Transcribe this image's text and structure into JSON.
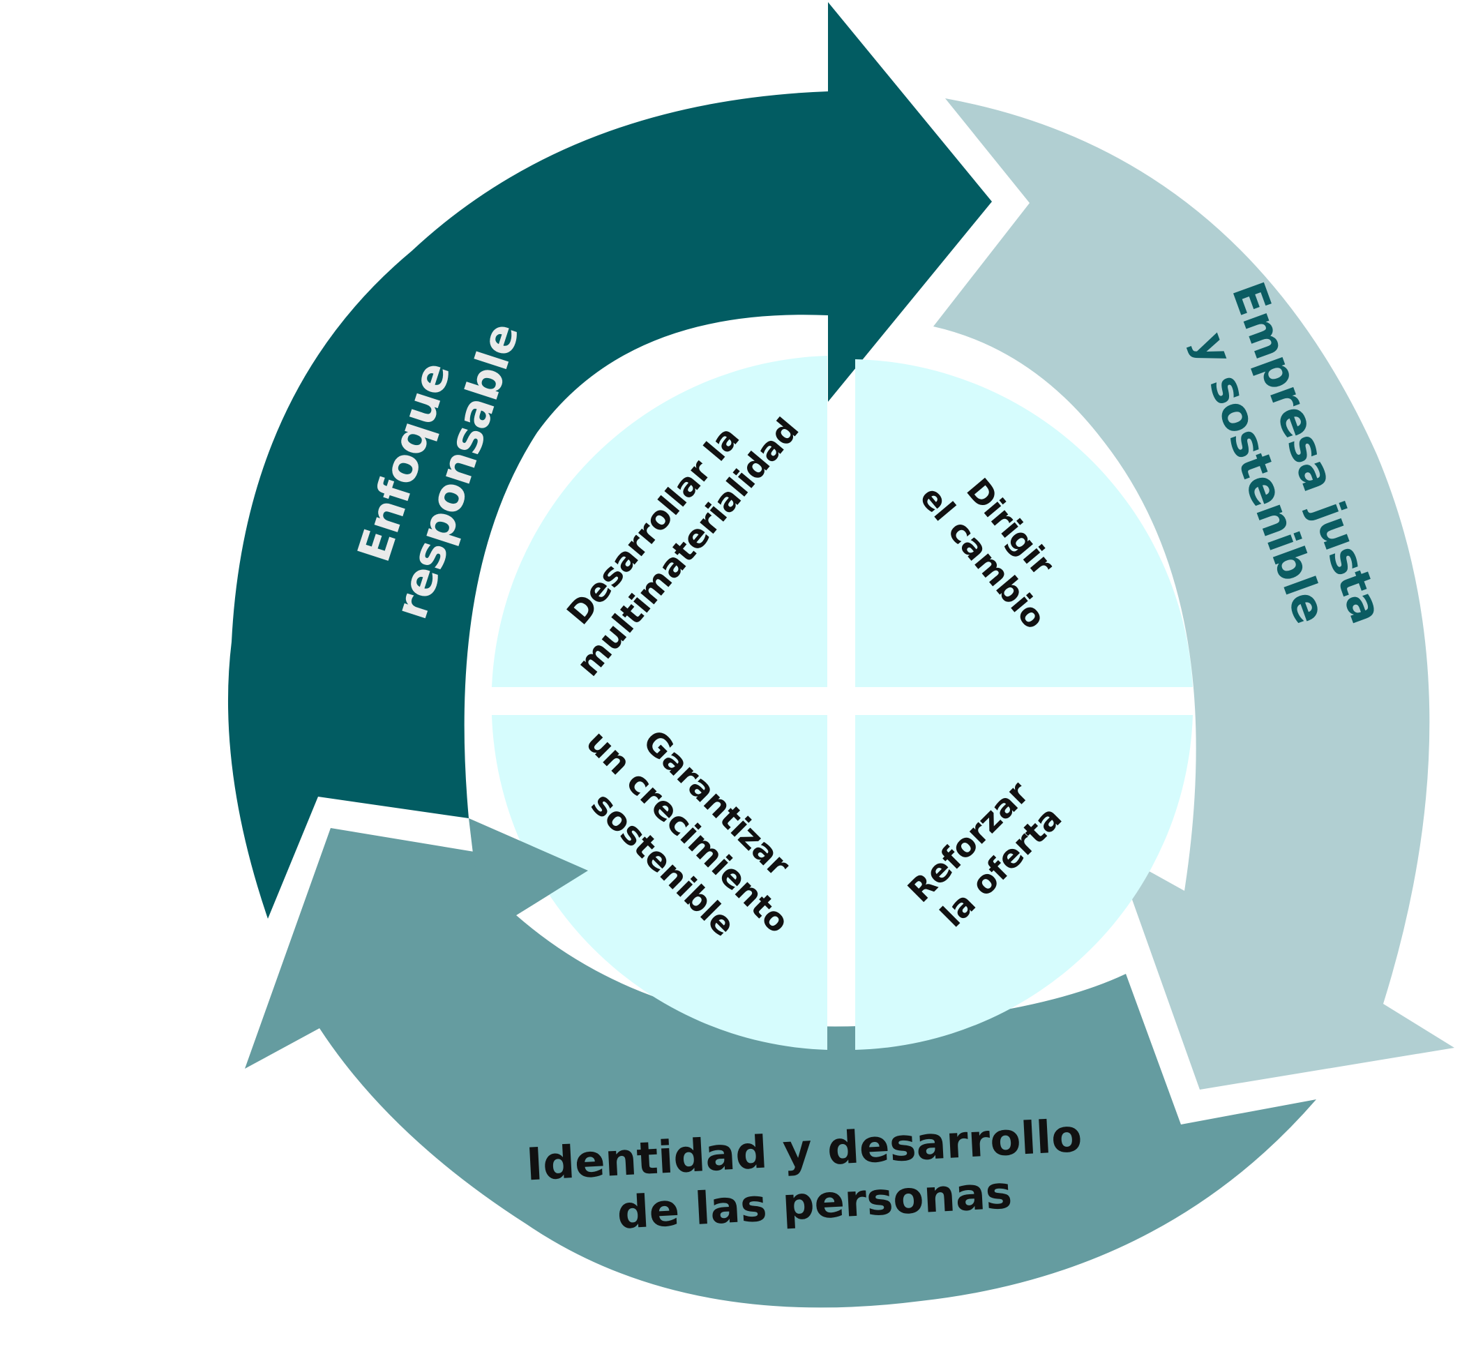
{
  "colors": {
    "background": "#ffffff",
    "arrow_dark": "#025c62",
    "arrow_medium": "#659ca0",
    "arrow_light": "#b1cfd2",
    "quadrant_fill": "#d6fcfd",
    "text_light": "#eaeaea",
    "text_teal": "#0b5c62",
    "text_dark": "#111111"
  },
  "arrows": {
    "enfoque": {
      "lines": [
        "Enfoque",
        "responsable"
      ]
    },
    "empresa": {
      "lines": [
        "Empresa justa",
        "y sostenible"
      ]
    },
    "identidad": {
      "lines": [
        "Identidad y desarrollo",
        "de las personas"
      ]
    }
  },
  "quadrants": {
    "top_left": {
      "lines": [
        "Desarrollar la",
        "multimaterialidad"
      ]
    },
    "top_right": {
      "lines": [
        "Dirigir",
        "el cambio"
      ]
    },
    "bottom_left": {
      "lines": [
        "Garantizar",
        "un crecimiento",
        "sostenible"
      ]
    },
    "bottom_right": {
      "lines": [
        "Reforzar",
        "la oferta"
      ]
    }
  }
}
